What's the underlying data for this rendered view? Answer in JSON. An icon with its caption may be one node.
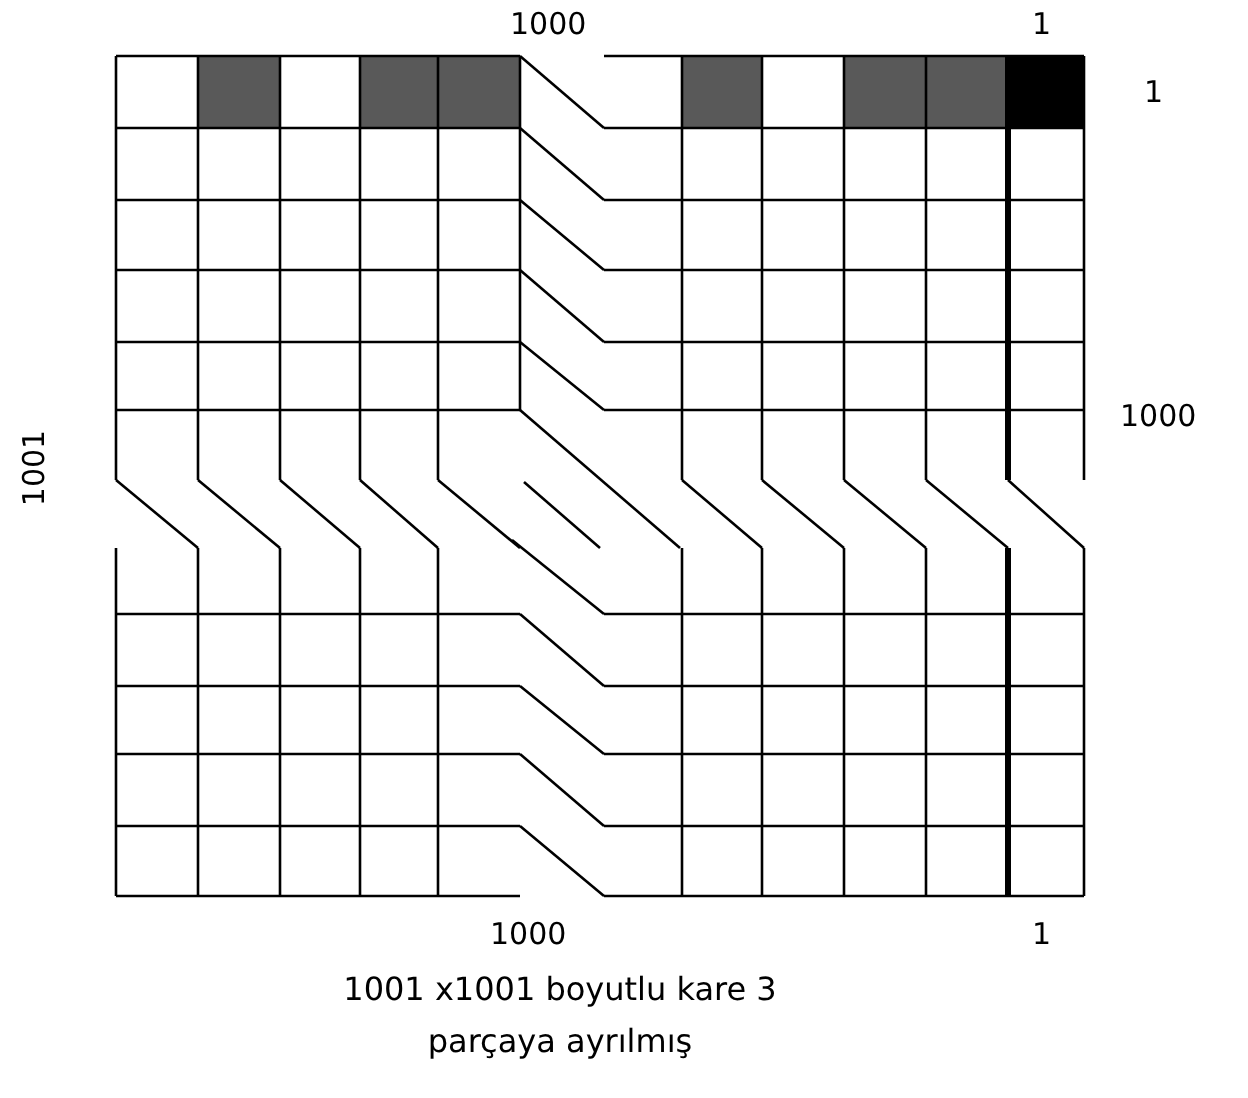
{
  "diagram": {
    "caption": "1001 x1001 boyutlu kare 3 parçaya ayrılmış",
    "labels": [
      "1000",
      "1",
      "1",
      "1000",
      "1001",
      "1000",
      "1"
    ]
  }
}
